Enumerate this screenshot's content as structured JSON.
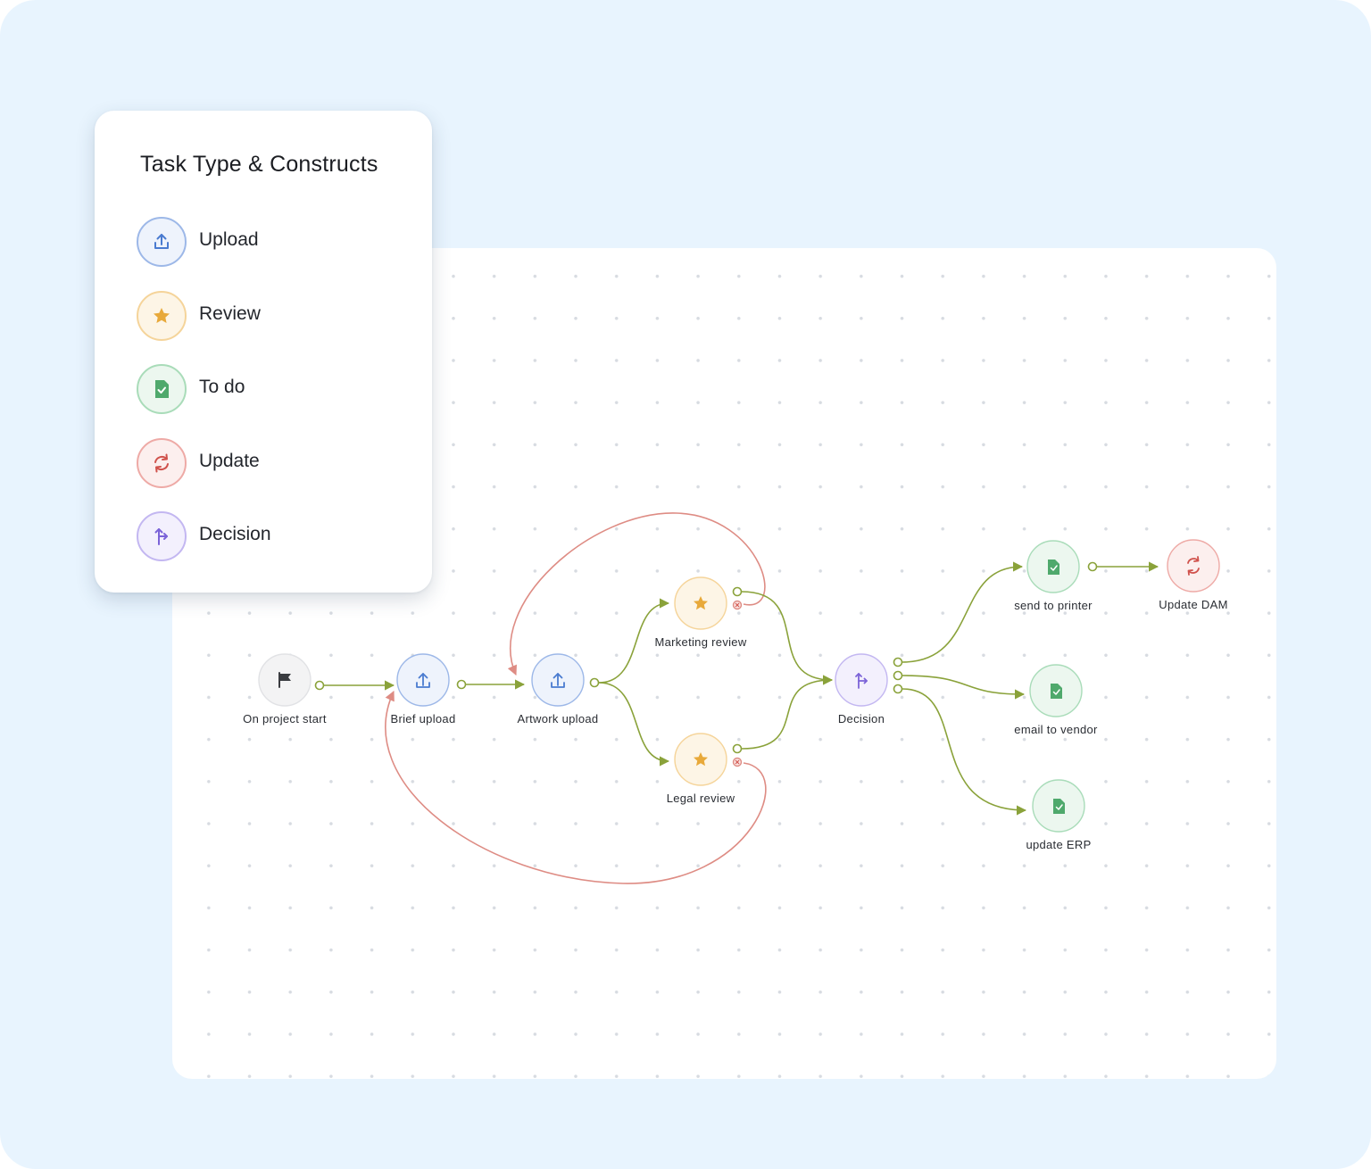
{
  "legend": {
    "title": "Task Type & Constructs",
    "items": [
      {
        "id": "upload",
        "label": "Upload",
        "icon": "upload-icon",
        "color": "#4a7bd0",
        "bg": "#eef3fc",
        "border": "#9db8e8"
      },
      {
        "id": "review",
        "label": "Review",
        "icon": "star-icon",
        "color": "#e8a93a",
        "bg": "#fdf5e6",
        "border": "#f5d49a"
      },
      {
        "id": "todo",
        "label": "To do",
        "icon": "document-check-icon",
        "color": "#4fa96c",
        "bg": "#ecf7ef",
        "border": "#a9dcb9"
      },
      {
        "id": "update",
        "label": "Update",
        "icon": "sync-icon",
        "color": "#d0524c",
        "bg": "#fcefee",
        "border": "#eeaaa6"
      },
      {
        "id": "decision",
        "label": "Decision",
        "icon": "branch-icon",
        "color": "#7b63d8",
        "bg": "#f3f0fd",
        "border": "#c3b7f1"
      }
    ]
  },
  "flow": {
    "nodes": [
      {
        "id": "start",
        "label": "On project start",
        "type": "start"
      },
      {
        "id": "brief",
        "label": "Brief upload",
        "type": "upload"
      },
      {
        "id": "artwork",
        "label": "Artwork upload",
        "type": "upload"
      },
      {
        "id": "marketing",
        "label": "Marketing review",
        "type": "review"
      },
      {
        "id": "legal",
        "label": "Legal review",
        "type": "review"
      },
      {
        "id": "decision",
        "label": "Decision",
        "type": "decision"
      },
      {
        "id": "printer",
        "label": "send to printer",
        "type": "todo"
      },
      {
        "id": "dam",
        "label": "Update DAM",
        "type": "update"
      },
      {
        "id": "vendor",
        "label": "email to vendor",
        "type": "todo"
      },
      {
        "id": "erp",
        "label": "update ERP",
        "type": "todo"
      }
    ],
    "colors": {
      "approve_edge": "#8aa23a",
      "reject_edge": "#de8c84",
      "start_bg": "#f3f3f4",
      "start_border": "#e1e2e5",
      "start_icon": "#3a3c40"
    }
  }
}
